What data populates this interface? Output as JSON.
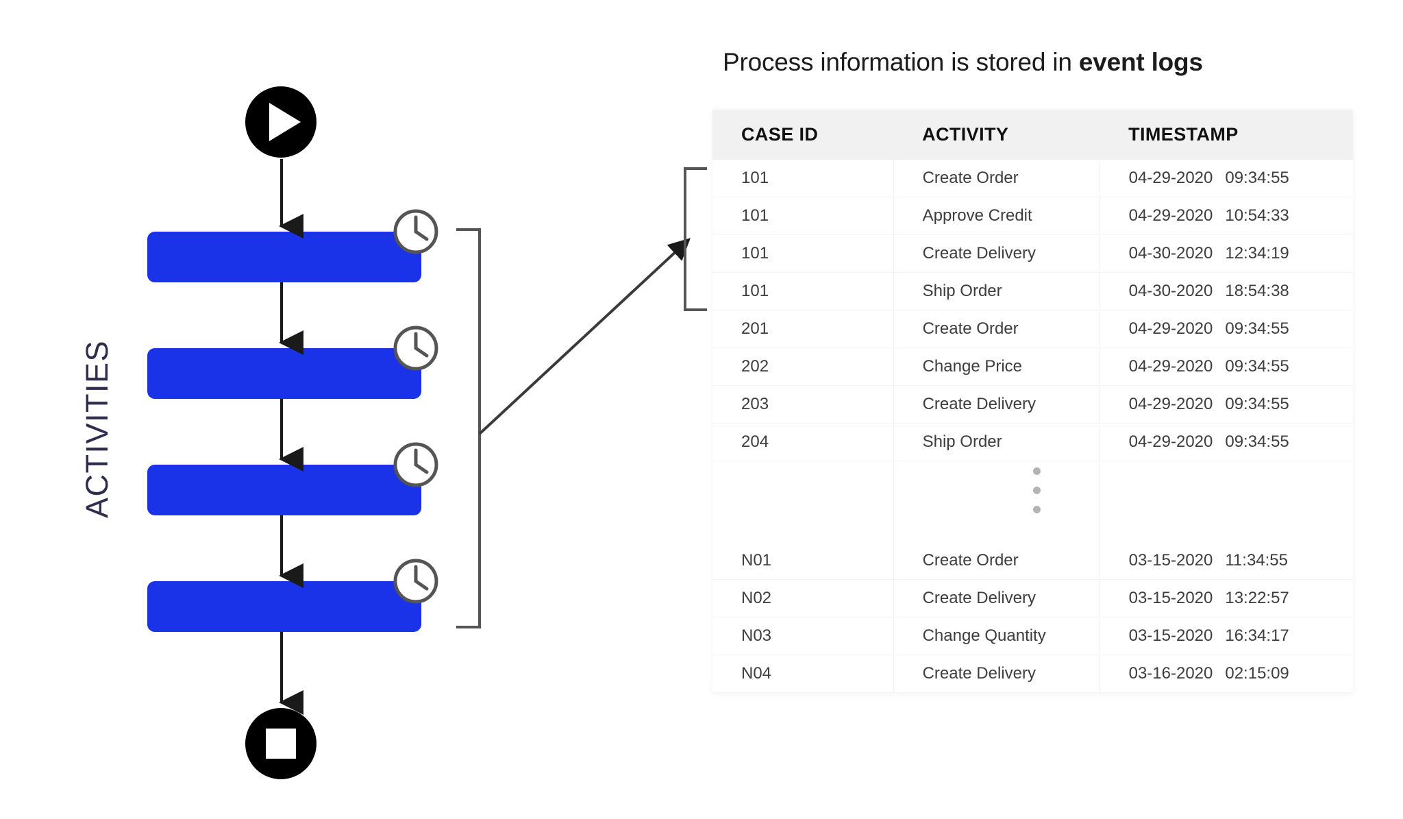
{
  "diagram": {
    "axis_label": "ACTIVITIES",
    "start_node_icon": "play-icon",
    "end_node_icon": "stop-icon",
    "activity_count": 4,
    "activity_color": "#1a32e8",
    "clock_icon": "clock-icon",
    "activities": [
      {
        "id": "activity-1"
      },
      {
        "id": "activity-2"
      },
      {
        "id": "activity-3"
      },
      {
        "id": "activity-4"
      }
    ]
  },
  "event_log": {
    "title_prefix": "Process information is stored in ",
    "title_emphasis": "event logs",
    "columns": [
      "CASE ID",
      "ACTIVITY",
      "TIMESTAMP"
    ],
    "ellipsis_icon": "vertical-ellipsis-icon",
    "rows_top": [
      {
        "case_id": "101",
        "activity": "Create Order",
        "date": "04-29-2020",
        "time": "09:34:55"
      },
      {
        "case_id": "101",
        "activity": "Approve Credit",
        "date": "04-29-2020",
        "time": "10:54:33"
      },
      {
        "case_id": "101",
        "activity": "Create Delivery",
        "date": "04-30-2020",
        "time": "12:34:19"
      },
      {
        "case_id": "101",
        "activity": "Ship Order",
        "date": "04-30-2020",
        "time": "18:54:38"
      },
      {
        "case_id": "201",
        "activity": "Create Order",
        "date": "04-29-2020",
        "time": "09:34:55"
      },
      {
        "case_id": "202",
        "activity": "Change Price",
        "date": "04-29-2020",
        "time": "09:34:55"
      },
      {
        "case_id": "203",
        "activity": "Create Delivery",
        "date": "04-29-2020",
        "time": "09:34:55"
      },
      {
        "case_id": "204",
        "activity": "Ship Order",
        "date": "04-29-2020",
        "time": "09:34:55"
      }
    ],
    "rows_bottom": [
      {
        "case_id": "N01",
        "activity": "Create Order",
        "date": "03-15-2020",
        "time": "11:34:55"
      },
      {
        "case_id": "N02",
        "activity": "Create Delivery",
        "date": "03-15-2020",
        "time": "13:22:57"
      },
      {
        "case_id": "N03",
        "activity": "Change Quantity",
        "date": "03-15-2020",
        "time": "16:34:17"
      },
      {
        "case_id": "N04",
        "activity": "Create Delivery",
        "date": "03-16-2020",
        "time": "02:15:09"
      }
    ]
  },
  "colors": {
    "activity_blue": "#1a32e8",
    "header_background": "#f1f1f1",
    "label_navy": "#2d2d4e",
    "connector_gray": "#555555"
  }
}
